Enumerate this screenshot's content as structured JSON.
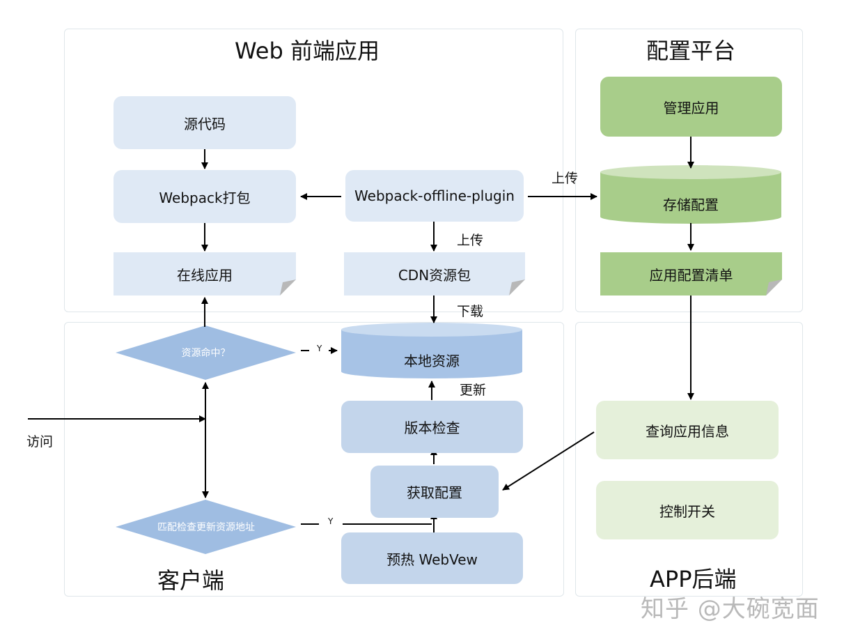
{
  "panels": {
    "web": "Web 前端应用",
    "config": "配置平台",
    "client": "客户端",
    "app": "APP后端"
  },
  "nodes": {
    "source_code": "源代码",
    "webpack_pack": "Webpack打包",
    "offline_plugin": "Webpack-offline-plugin",
    "online_app": "在线应用",
    "cdn_package": "CDN资源包",
    "manage_app": "管理应用",
    "store_config": "存储配置",
    "app_config_list": "应用配置清单",
    "resource_hit": "资源命中？",
    "local_resource": "本地资源",
    "version_check": "版本检查",
    "fetch_config": "获取配置",
    "match_update": "匹配检查更新资源地址",
    "preheat_webview": "预热 WebVew",
    "query_app_info": "查询应用信息",
    "control_switch": "控制开关"
  },
  "edge_labels": {
    "upload_1": "上传",
    "upload_2": "上传",
    "download": "下载",
    "update": "更新",
    "visit": "访问",
    "yes_1": "Y",
    "yes_2": "Y"
  },
  "watermark": "知乎 @大碗宽面",
  "colors": {
    "light_blue": "#dfe9f5",
    "mid_blue": "#c3d5eb",
    "diamond_blue": "#9fbde2",
    "cylinder_blue": "#a7c3e6",
    "green": "#a8cd8a",
    "light_green": "#e5f0da"
  }
}
